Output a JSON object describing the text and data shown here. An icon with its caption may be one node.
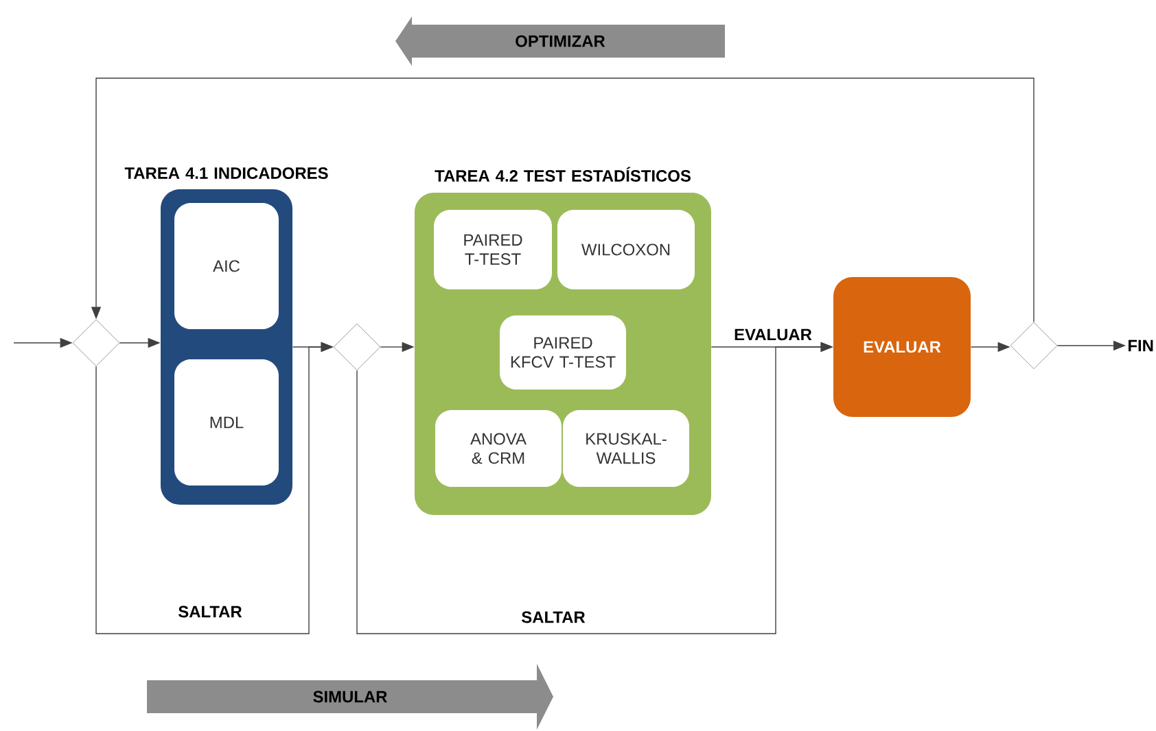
{
  "diagram": {
    "nodes": [
      {
        "text": [],
        "shape": "diamond"
      },
      {
        "text": [
          "TAREA 4.1 INDICADORES"
        ]
      },
      {
        "text": [
          "AIC"
        ],
        "in": 1
      },
      {
        "text": [
          "MDL"
        ],
        "in": 1
      },
      {
        "text": [],
        "shape": "diamond"
      },
      {
        "text": [
          "TAREA 4.2 TEST ESTADÍSTICOS"
        ]
      },
      {
        "text": [
          "PAIRED T-TEST"
        ],
        "in": 5
      },
      {
        "text": [
          "WILCOXON"
        ],
        "in": 5
      },
      {
        "text": [
          "PAIRED KFCV T-TEST"
        ],
        "in": 5
      },
      {
        "text": [
          "ANOVA & CRM"
        ],
        "in": 5
      },
      {
        "text": [
          "KRUSKAL-WALLIS"
        ],
        "in": 5
      },
      {
        "text": [
          "EVALUAR"
        ]
      },
      {
        "text": [],
        "shape": "diamond"
      },
      {
        "text": [
          "FIN"
        ]
      }
    ],
    "edges": [
      {
        "from": null,
        "to": 0,
        "arrow": "to"
      },
      {
        "from": 0,
        "to": 1,
        "arrow": "to"
      },
      {
        "from": 1,
        "to": 4,
        "arrow": "to"
      },
      {
        "from": 0,
        "to": 4,
        "arrow": "to",
        "label": "SALTAR"
      },
      {
        "from": 4,
        "to": 5,
        "arrow": "to"
      },
      {
        "from": 5,
        "to": 11,
        "arrow": "to",
        "label": "EVALUAR"
      },
      {
        "from": 4,
        "to": 11,
        "arrow": "to",
        "label": "SALTAR"
      },
      {
        "from": 11,
        "to": 12,
        "arrow": "to"
      },
      {
        "from": 12,
        "to": 13,
        "arrow": "to"
      },
      {
        "from": 12,
        "to": 0,
        "arrow": "to"
      }
    ],
    "labels": [
      "OPTIMIZAR",
      "SIMULAR"
    ]
  }
}
